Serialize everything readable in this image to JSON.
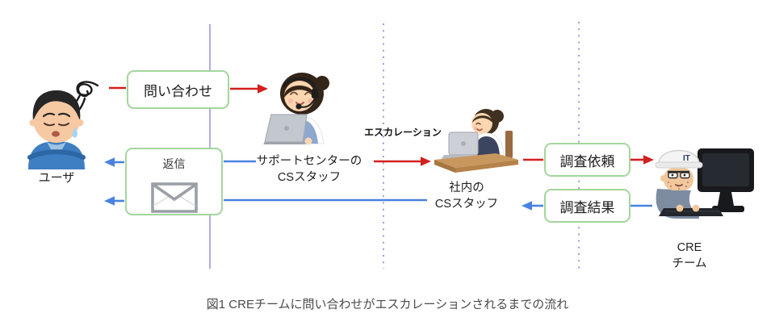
{
  "figure": {
    "caption": "図1 CREチームに問い合わせがエスカレーションされるまでの流れ"
  },
  "actors": {
    "user": {
      "label": "ユーザ"
    },
    "support_center": {
      "label_line1": "サポートセンターの",
      "label_line2": "CSスタッフ"
    },
    "internal_cs": {
      "label_line1": "社内の",
      "label_line2": "CSスタッフ"
    },
    "cre_team": {
      "label_line1": "CRE",
      "label_line2": "チーム",
      "helmet_text": "IT"
    }
  },
  "flow_boxes": {
    "inquiry": {
      "label": "問い合わせ"
    },
    "reply": {
      "label": "返信"
    },
    "investigation_request": {
      "label": "調査依頼"
    },
    "investigation_result": {
      "label": "調査結果"
    }
  },
  "annotations": {
    "escalation": "エスカレーション"
  },
  "colors": {
    "arrow_red": "#d21f1f",
    "arrow_blue": "#4a82e2",
    "box_border_green": "#a3d69c",
    "divider_solid": "#b3abe0",
    "divider_dotted": "#a29bd8",
    "caption_text": "#4a4a4a"
  }
}
